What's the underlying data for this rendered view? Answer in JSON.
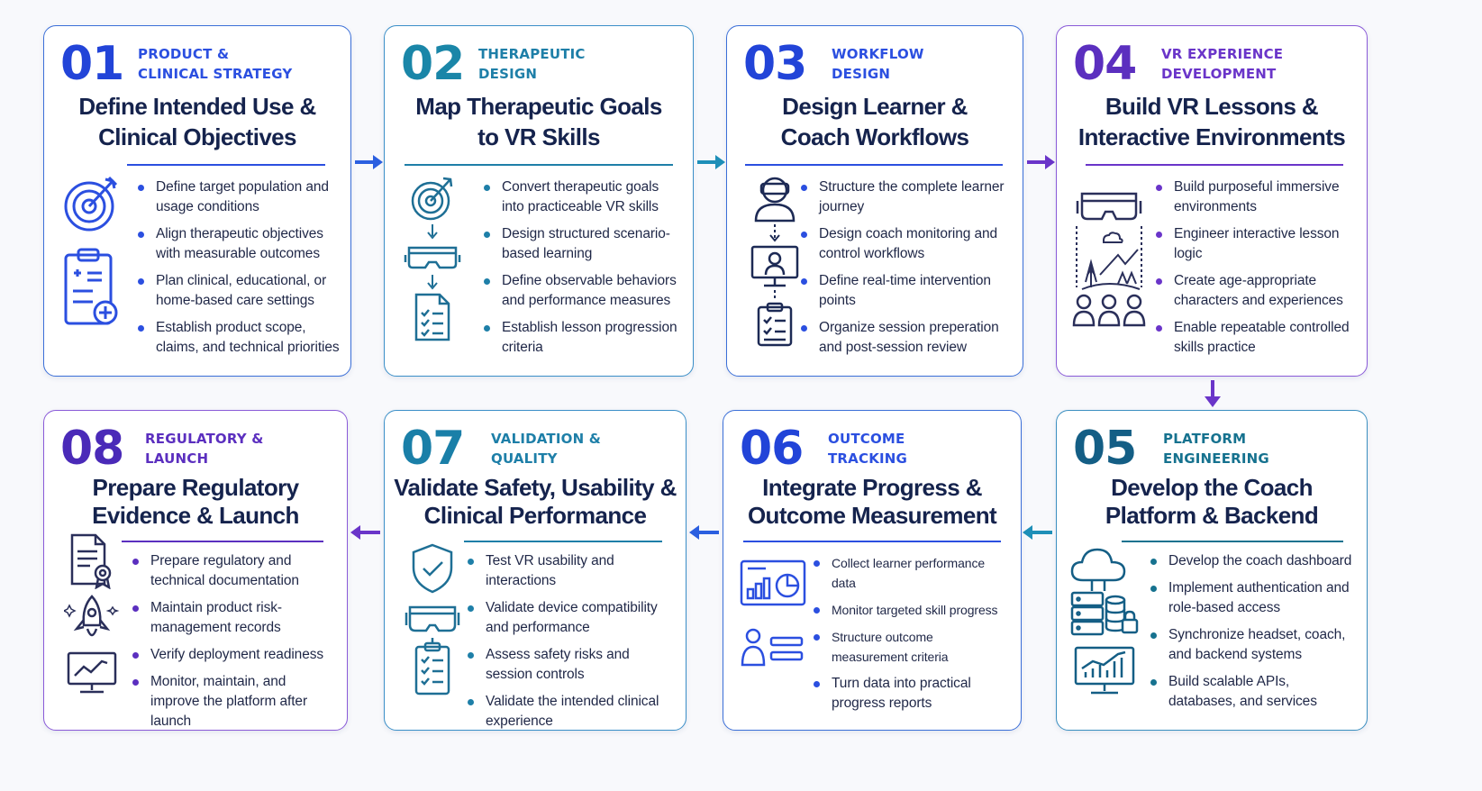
{
  "cards": [
    {
      "number": "01",
      "category": [
        "PRODUCT &",
        "CLINICAL STRATEGY"
      ],
      "title": [
        "Define Intended Use &",
        "Clinical Objectives"
      ],
      "bullets": [
        "Define target population and usage conditions",
        "Align therapeutic objectives with measurable outcomes",
        "Plan clinical, educational, or home-based care settings",
        "Establish product scope, claims, and technical priorities"
      ],
      "accent": "#2b4fe0",
      "icons": [
        "target-icon",
        "clipboard-plus-icon"
      ]
    },
    {
      "number": "02",
      "category": [
        "THERAPEUTIC",
        "DESIGN"
      ],
      "title": [
        "Map Therapeutic Goals",
        "to VR Skills"
      ],
      "bullets": [
        "Convert therapeutic goals into practiceable VR skills",
        "Design structured scenario-based learning",
        "Define observable behaviors and performance measures",
        "Establish lesson progression criteria"
      ],
      "accent": "#1e7fa8",
      "icons": [
        "target-icon",
        "vr-headset-icon",
        "checklist-icon"
      ]
    },
    {
      "number": "03",
      "category": [
        "WORKFLOW",
        "DESIGN"
      ],
      "title": [
        "Design Learner &",
        "Coach Workflows"
      ],
      "bullets": [
        "Structure the complete learner journey",
        "Design coach monitoring and control workflows",
        "Define real-time intervention points",
        "Organize session preperation and post-session review"
      ],
      "accent": "#2b4fe0",
      "icons": [
        "learner-headset-icon",
        "monitor-user-icon",
        "checklist-icon"
      ]
    },
    {
      "number": "04",
      "category": [
        "VR EXPERIENCE",
        "DEVELOPMENT"
      ],
      "title": [
        "Build VR Lessons &",
        "Interactive Environments"
      ],
      "bullets": [
        "Build purposeful immersive environments",
        "Engineer interactive lesson logic",
        "Create age-appropriate characters and experiences",
        "Enable repeatable controlled skills practice"
      ],
      "accent": "#6a35c9",
      "icons": [
        "vr-headset-icon",
        "landscape-icon",
        "people-icon"
      ]
    },
    {
      "number": "05",
      "category": [
        "PLATFORM",
        "ENGINEERING"
      ],
      "title": [
        "Develop the Coach",
        "Platform & Backend"
      ],
      "bullets": [
        "Develop the coach dashboard",
        "Implement authentication and role-based access",
        "Synchronize headset, coach, and backend systems",
        "Build scalable APIs, databases, and services"
      ],
      "accent": "#16728f",
      "icons": [
        "cloud-server-icon",
        "analytics-monitor-icon"
      ]
    },
    {
      "number": "06",
      "category": [
        "OUTCOME",
        "TRACKING"
      ],
      "title": [
        "Integrate Progress &",
        "Outcome Measurement"
      ],
      "bullets": [
        "Collect learner performance data",
        "Monitor targeted skill progress",
        "Structure outcome measurement criteria",
        "Turn data into practical progress reports"
      ],
      "accent": "#2b4fe0",
      "icons": [
        "dashboard-icon",
        "user-list-icon"
      ]
    },
    {
      "number": "07",
      "category": [
        "VALIDATION &",
        "QUALITY"
      ],
      "title": [
        "Validate Safety, Usability &",
        "Clinical Performance"
      ],
      "bullets": [
        "Test VR usability and interactions",
        "Validate device compatibility and performance",
        "Assess safety risks and session controls",
        "Validate the intended clinical experience"
      ],
      "accent": "#1e7fa8",
      "icons": [
        "shield-check-icon",
        "vr-headset-icon",
        "checklist-icon"
      ]
    },
    {
      "number": "08",
      "category": [
        "REGULATORY &",
        "LAUNCH"
      ],
      "title": [
        "Prepare Regulatory",
        "Evidence & Launch"
      ],
      "bullets": [
        "Prepare regulatory and technical documentation",
        "Maintain product risk-management records",
        "Verify deployment readiness",
        "Monitor, maintain, and improve the platform after launch"
      ],
      "accent": "#5b2fbf",
      "icons": [
        "certificate-icon",
        "rocket-icon",
        "trend-monitor-icon"
      ]
    }
  ],
  "colors": {
    "blue": "#2b4fe0",
    "teal": "#1e7fa8",
    "purple": "#6a35c9",
    "navy": "#15234d"
  }
}
